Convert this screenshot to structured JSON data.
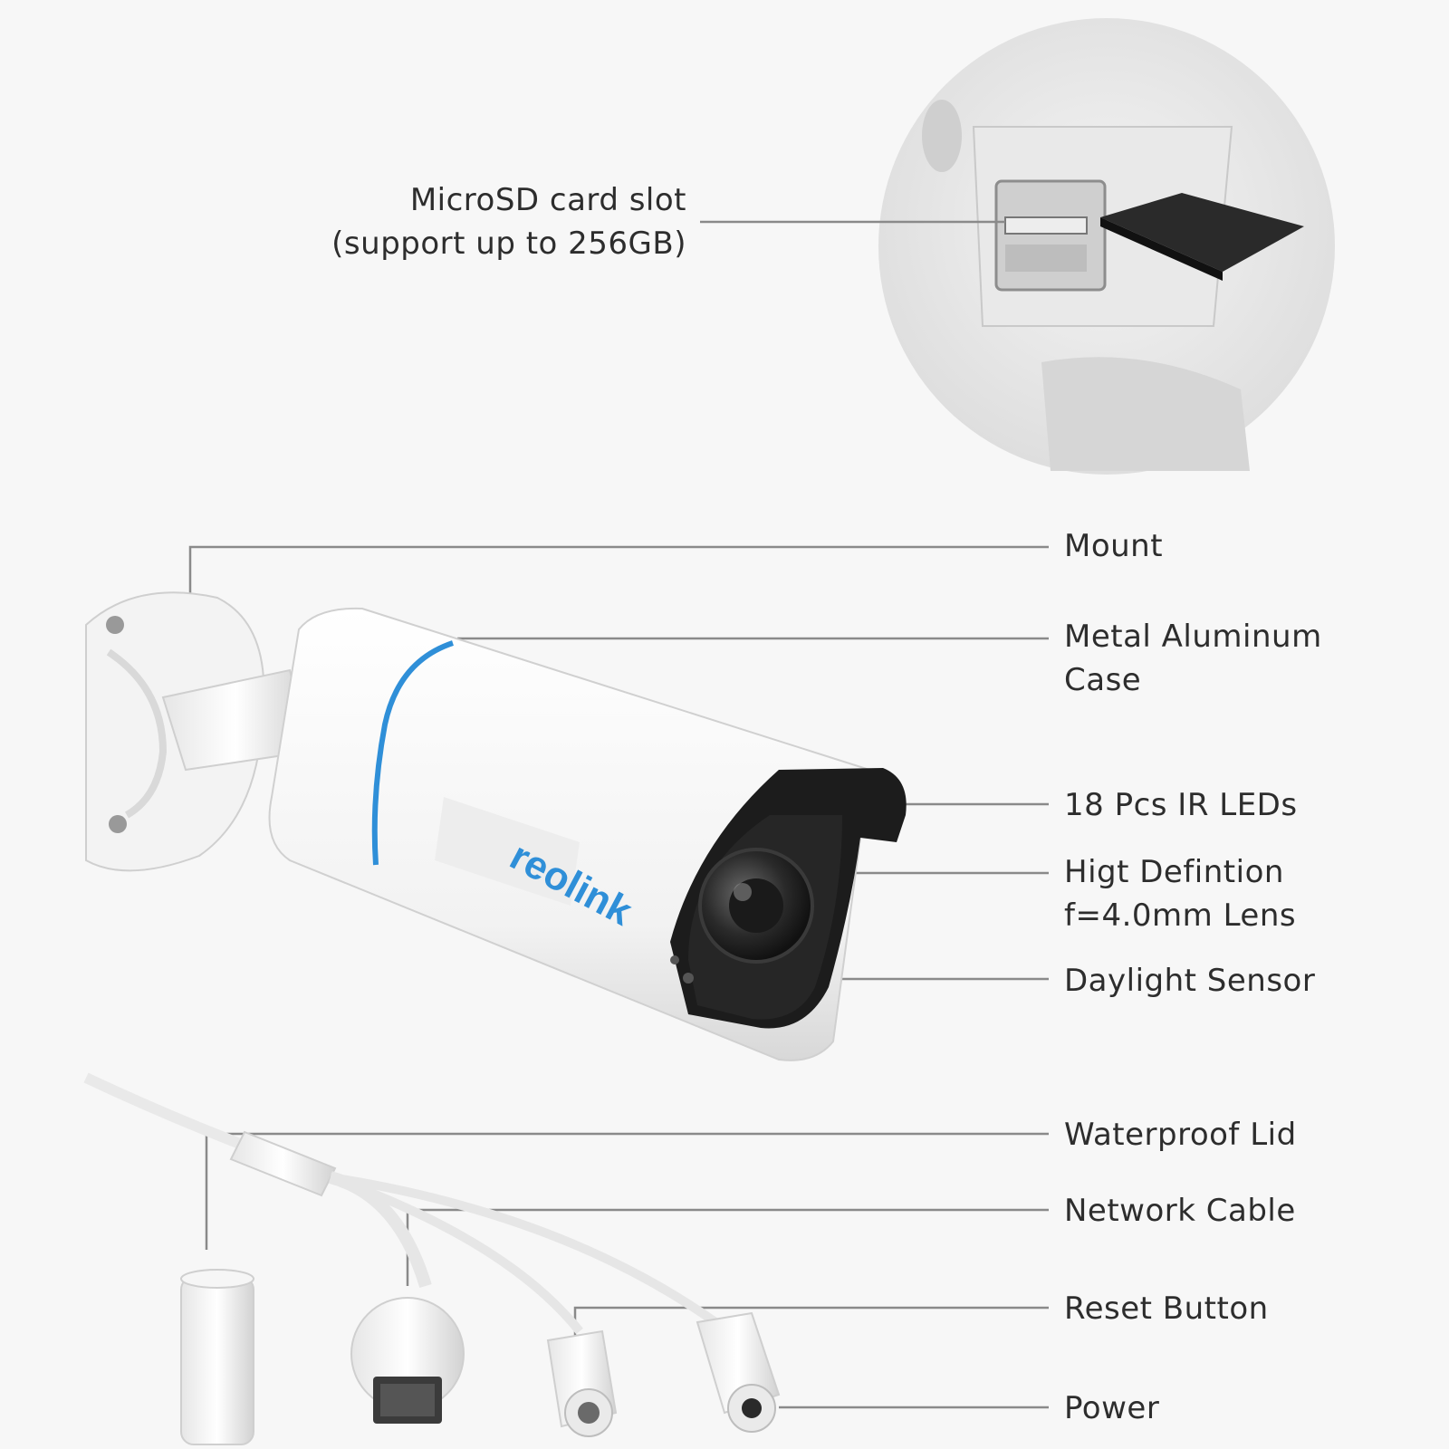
{
  "callouts": {
    "microsd_line1": "MicroSD card slot",
    "microsd_line2": "(support up to 256GB)",
    "mount": "Mount",
    "case_line1": "Metal Aluminum",
    "case_line2": "Case",
    "ir_leds": "18 Pcs IR LEDs",
    "lens_line1": "Higt Defintion",
    "lens_line2": "f=4.0mm Lens",
    "daylight_sensor": "Daylight Sensor",
    "waterproof_lid": "Waterproof Lid",
    "network_cable": "Network Cable",
    "reset_button": "Reset Button",
    "power": "Power"
  },
  "brand": {
    "logo_text": "reolink"
  },
  "colors": {
    "background": "#f7f7f7",
    "accent_blue": "#2f8fd8",
    "leader_line": "#8a8a8a",
    "camera_body": "#ffffff",
    "lens_black": "#1c1c1c"
  }
}
